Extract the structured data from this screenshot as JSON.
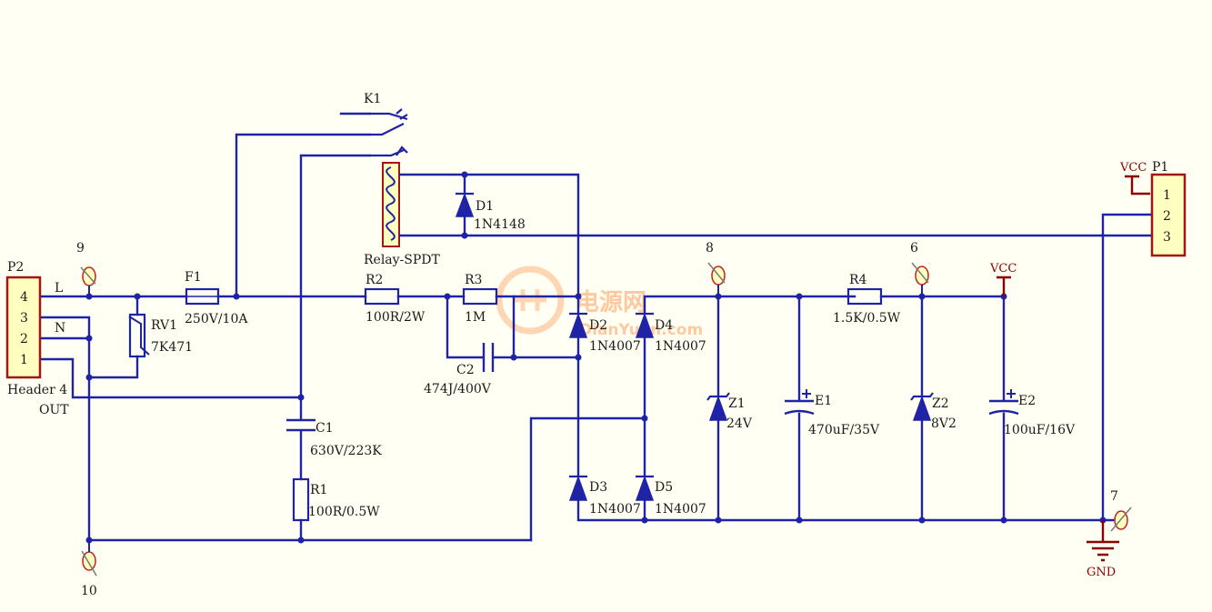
{
  "components": {
    "k1": {
      "designator": "K1",
      "type": "Relay-SPDT"
    },
    "d1": {
      "designator": "D1",
      "value": "1N4148"
    },
    "f1": {
      "designator": "F1",
      "value": "250V/10A"
    },
    "rv1": {
      "designator": "RV1",
      "value": "7K471"
    },
    "r2": {
      "designator": "R2",
      "value": "100R/2W"
    },
    "r3": {
      "designator": "R3",
      "value": "1M"
    },
    "c2": {
      "designator": "C2",
      "value": "474J/400V"
    },
    "c1": {
      "designator": "C1",
      "value": "630V/223K"
    },
    "r1": {
      "designator": "R1",
      "value": "100R/0.5W"
    },
    "d2": {
      "designator": "D2",
      "value": "1N4007"
    },
    "d3": {
      "designator": "D3",
      "value": "1N4007"
    },
    "d4": {
      "designator": "D4",
      "value": "1N4007"
    },
    "d5": {
      "designator": "D5",
      "value": "1N4007"
    },
    "z1": {
      "designator": "Z1",
      "value": "24V"
    },
    "z2": {
      "designator": "Z2",
      "value": "8V2"
    },
    "e1": {
      "designator": "E1",
      "value": "470uF/35V"
    },
    "e2": {
      "designator": "E2",
      "value": "100uF/16V"
    },
    "r4": {
      "designator": "R4",
      "value": "1.5K/0.5W"
    },
    "p1": {
      "designator": "P1",
      "pins": [
        "1",
        "2",
        "3"
      ]
    },
    "p2": {
      "designator": "P2",
      "pins": [
        "4",
        "3",
        "2",
        "1"
      ],
      "name": "Header 4",
      "label": "OUT"
    }
  },
  "nets": {
    "line": "L",
    "neutral": "N",
    "vcc": "VCC",
    "gnd": "GND"
  },
  "test_points": [
    "9",
    "10",
    "8",
    "6",
    "7"
  ],
  "watermark": {
    "main": "电源网",
    "sub": "DianYuan.com"
  },
  "colors": {
    "wire": "#1f23a6",
    "part_outline": "#a31515",
    "power_port": "#8b0000",
    "background": "#fffff3"
  }
}
